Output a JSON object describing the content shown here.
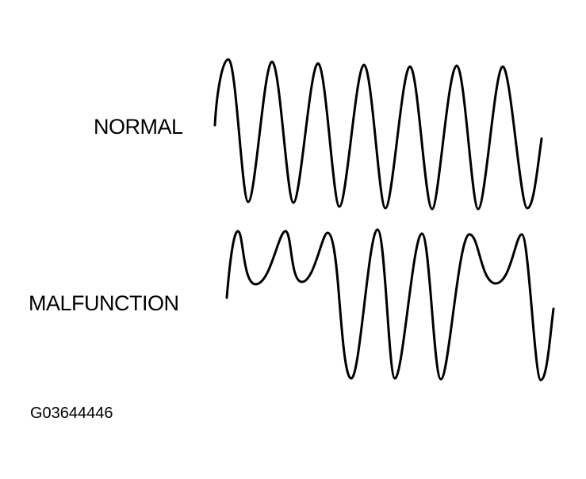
{
  "labels": {
    "normal": "NORMAL",
    "malfunction": "MALFUNCTION",
    "figure_id": "G03644446"
  },
  "colors": {
    "stroke": "#000000",
    "background": "#ffffff"
  }
}
